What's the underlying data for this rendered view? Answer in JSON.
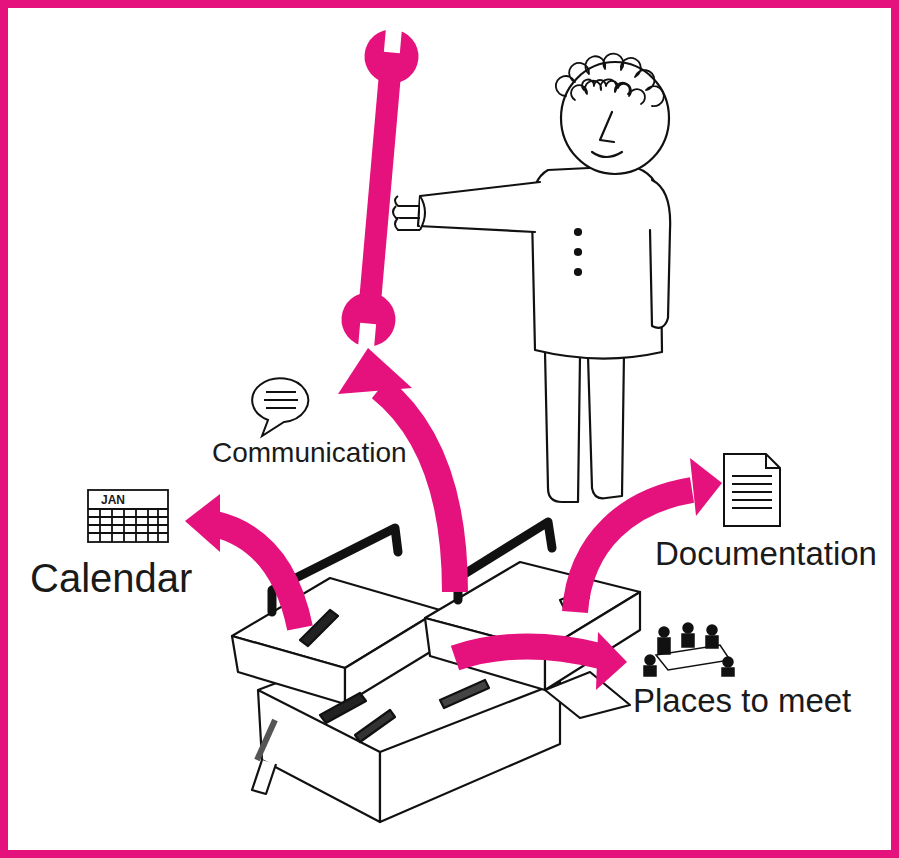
{
  "diagram": {
    "labels": [
      "Communication",
      "JAN",
      "Calendar",
      "Documentation",
      "Places to meet"
    ]
  }
}
